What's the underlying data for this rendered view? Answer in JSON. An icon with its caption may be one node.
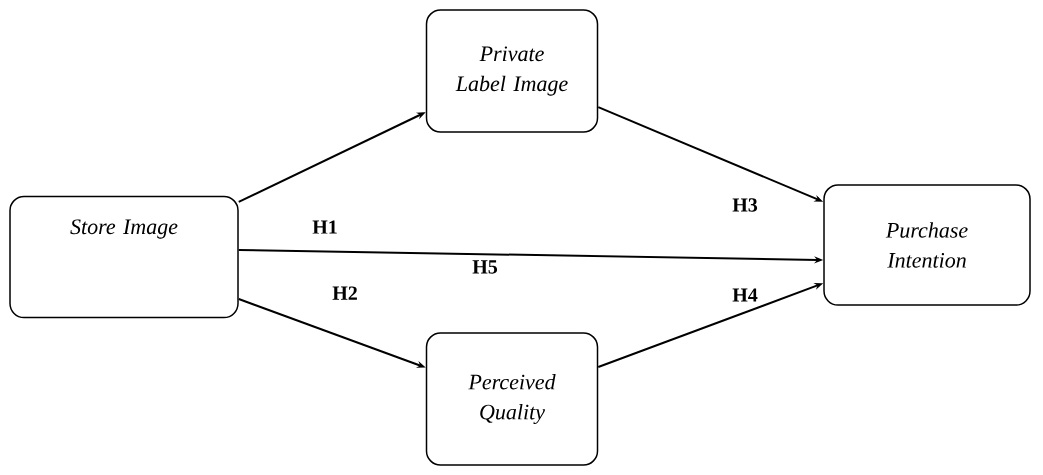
{
  "diagram": {
    "nodes": [
      {
        "text": [
          "Store Image"
        ]
      },
      {
        "text": [
          "Private Label Image"
        ]
      },
      {
        "text": [
          "Purchase Intention"
        ]
      },
      {
        "text": [
          "Perceived Quality"
        ]
      }
    ],
    "edges": [
      {
        "from": 0,
        "to": 1,
        "arrow": "to",
        "label": "H1"
      },
      {
        "from": 0,
        "to": 3,
        "arrow": "to",
        "label": "H2"
      },
      {
        "from": 1,
        "to": 2,
        "arrow": "to",
        "label": "H3"
      },
      {
        "from": 3,
        "to": 2,
        "arrow": "to",
        "label": "H4"
      },
      {
        "from": 0,
        "to": 2,
        "arrow": "to",
        "label": "H5"
      }
    ]
  }
}
